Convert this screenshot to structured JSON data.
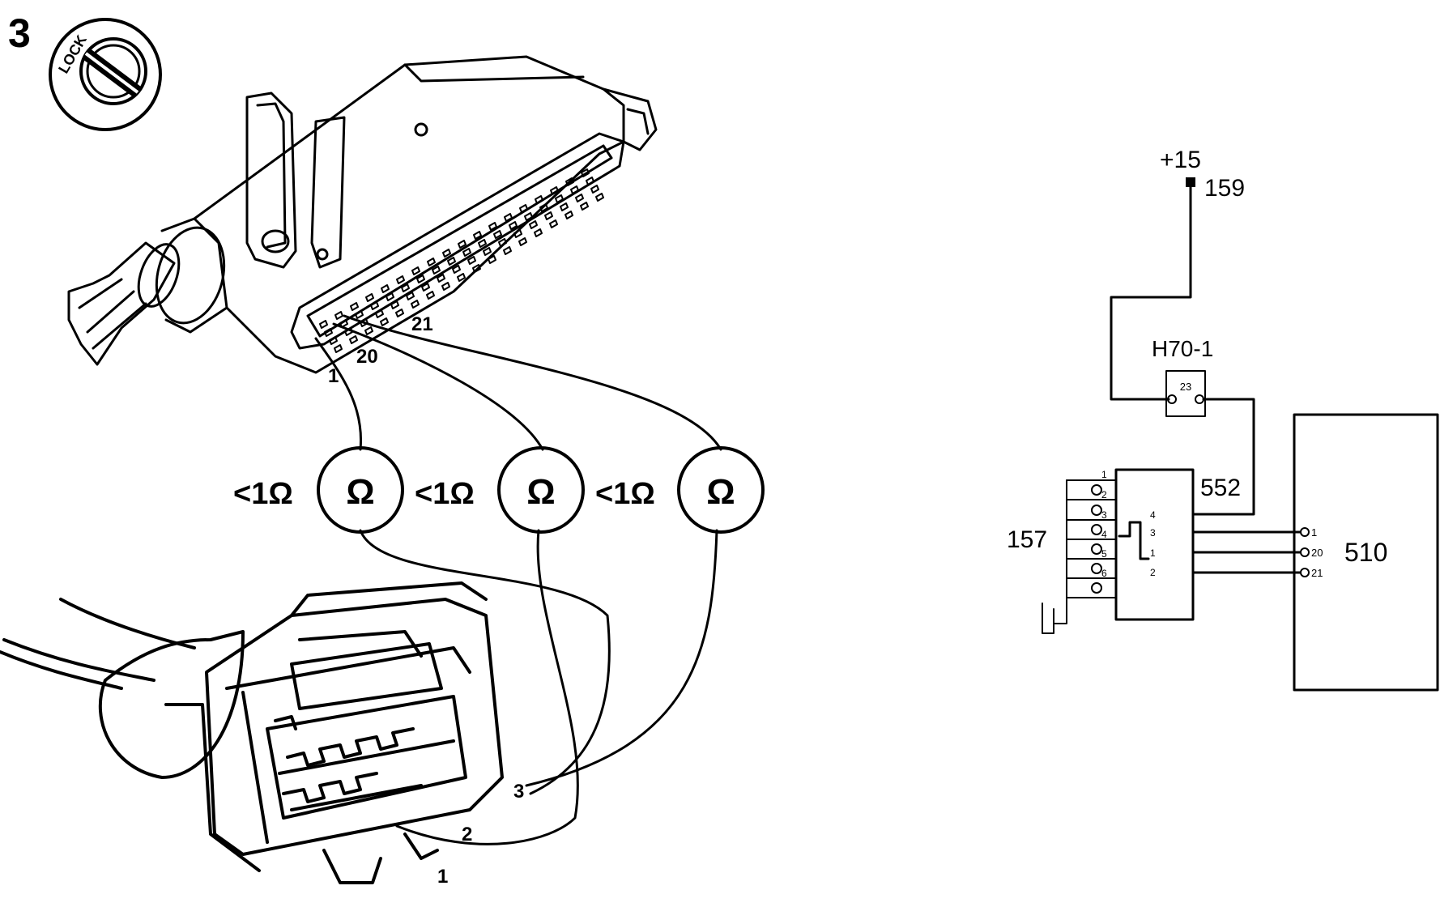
{
  "step_number": "3",
  "ignition": {
    "label": "LOCK",
    "icon": "ignition-lock-icon"
  },
  "ecu_connector": {
    "pin_labels": [
      "1",
      "20",
      "21"
    ]
  },
  "ohmmeters": [
    {
      "reading": "<1Ω",
      "symbol": "Ω",
      "icon": "ohmmeter-icon"
    },
    {
      "reading": "<1Ω",
      "symbol": "Ω",
      "icon": "ohmmeter-icon"
    },
    {
      "reading": "<1Ω",
      "symbol": "Ω",
      "icon": "ohmmeter-icon"
    }
  ],
  "sensor_connector": {
    "pin_labels": [
      "3",
      "2",
      "1"
    ]
  },
  "schematic": {
    "supply": {
      "voltage": "+15",
      "terminal": "159"
    },
    "fuse_box": {
      "name": "H70-1",
      "fuse": "23"
    },
    "sensor": {
      "name": "552",
      "pins": [
        "4",
        "3",
        "1",
        "2"
      ],
      "left_pins": [
        "1",
        "2",
        "3",
        "4",
        "5",
        "6"
      ]
    },
    "ground": {
      "name": "157"
    },
    "control_unit": {
      "name": "510",
      "pins": [
        "1",
        "20",
        "21"
      ]
    }
  }
}
